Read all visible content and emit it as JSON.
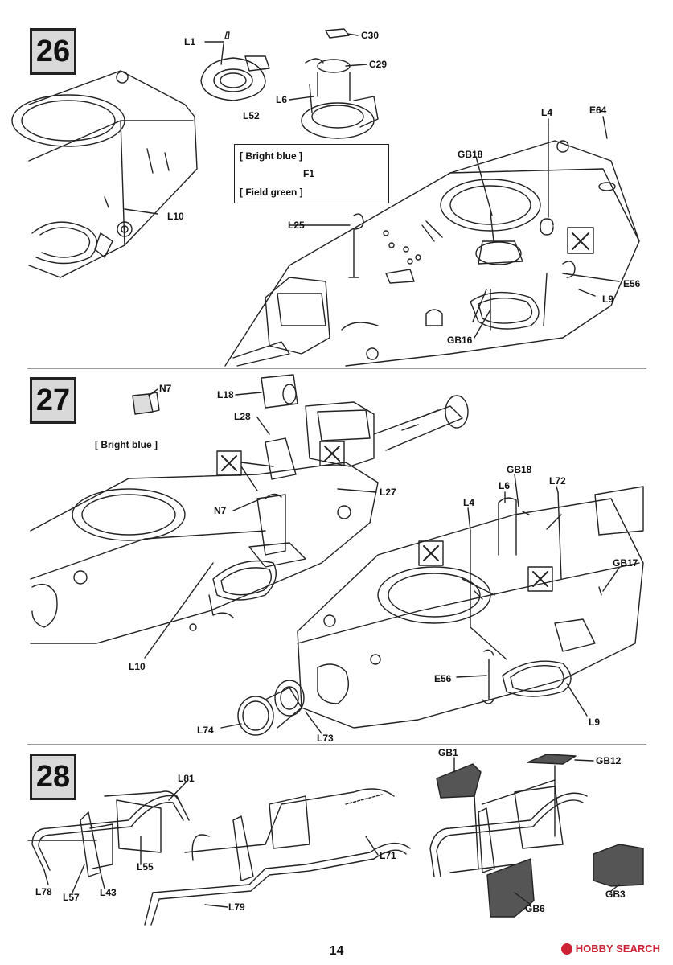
{
  "steps": [
    {
      "number": "26",
      "labels": {
        "l1": "L1",
        "c30": "C30",
        "c29": "C29",
        "l6": "L6",
        "l52": "L52",
        "bright_blue": "[ Bright blue ]",
        "f1": "F1",
        "field_green": "[ Field green ]",
        "l10": "L10",
        "l25": "L25",
        "gb18": "GB18",
        "l4": "L4",
        "e64": "E64",
        "e56": "E56",
        "l9": "L9",
        "gb16": "GB16"
      }
    },
    {
      "number": "27",
      "labels": {
        "n7_top": "N7",
        "bright_blue": "[ Bright blue ]",
        "l18": "L18",
        "l28": "L28",
        "n7": "N7",
        "l27": "L27",
        "gb18": "GB18",
        "l6": "L6",
        "l72": "L72",
        "l4": "L4",
        "gb17": "GB17",
        "l10": "L10",
        "e56": "E56",
        "l9": "L9",
        "l74": "L74",
        "l73": "L73"
      }
    },
    {
      "number": "28",
      "labels": {
        "l81": "L81",
        "l55": "L55",
        "l78": "L78",
        "l57": "L57",
        "l43": "L43",
        "l71": "L71",
        "l79": "L79",
        "gb1": "GB1",
        "gb12": "GB12",
        "gb3": "GB3",
        "gb6": "GB6"
      }
    }
  ],
  "page_number": "14",
  "watermark": "HOBBY SEARCH"
}
